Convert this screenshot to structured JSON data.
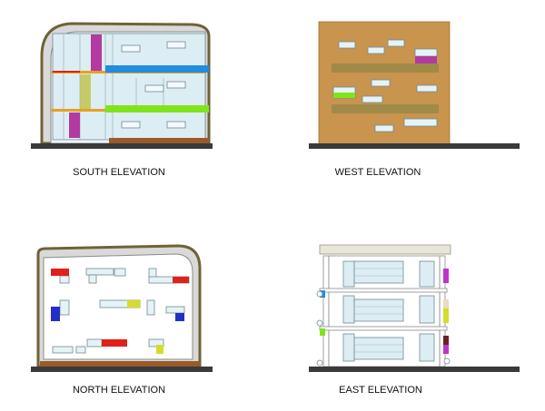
{
  "elevations": [
    {
      "id": "south",
      "label": "SOUTH ELEVATION"
    },
    {
      "id": "west",
      "label": "WEST ELEVATION"
    },
    {
      "id": "north",
      "label": "NORTH ELEVATION"
    },
    {
      "id": "east",
      "label": "EAST ELEVATION"
    }
  ],
  "colors": {
    "ground": "#3a3a3a",
    "shell_dark": "#6e6338",
    "shell_light": "#d9d9d9",
    "glass": "#dceef3",
    "glass_stroke": "#6f8a94",
    "wood": "#c8944e",
    "wood_stripe": "#a08a48",
    "soil": "#9a5a2a",
    "magenta": "#b23aa0",
    "blue": "#1f8de0",
    "green": "#7ee51c",
    "red": "#e2201a",
    "yellow": "#d6dc2a",
    "navy": "#2330c8",
    "olive": "#bdbf3a",
    "violet": "#c035c9"
  }
}
